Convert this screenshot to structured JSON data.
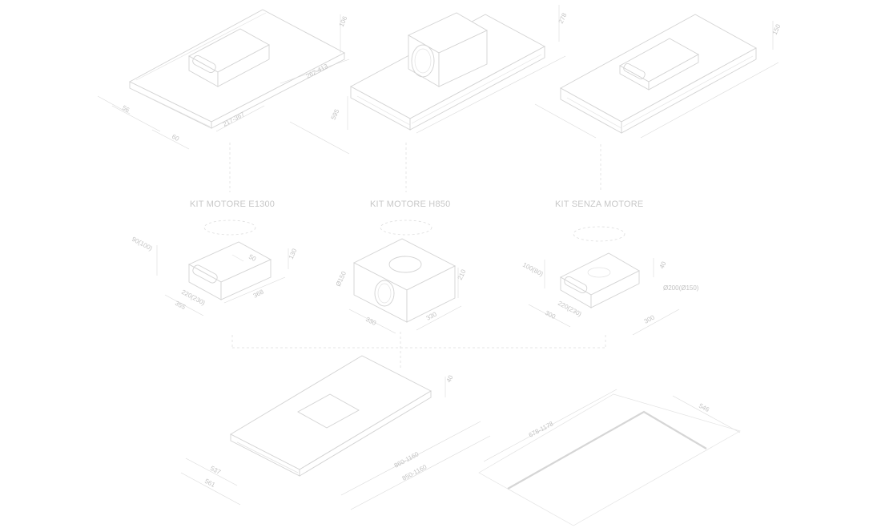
{
  "labels": {
    "kit_e1300": "KIT MOTORE E1300",
    "kit_h850": "KIT MOTORE H850",
    "kit_senza": "KIT SENZA MOTORE"
  },
  "dimensions": {
    "top_left": {
      "height": "106",
      "depth": "262-413",
      "width": "217-367",
      "side": "56",
      "front": "60"
    },
    "top_middle": {
      "height": "278",
      "side": "595"
    },
    "top_right": {
      "height": "150"
    },
    "kit_e1300": {
      "outlet": "90(100)",
      "top": "50",
      "height": "130",
      "width": "220(230)",
      "front": "355",
      "side": "368"
    },
    "kit_h850": {
      "diameter": "Ø150",
      "height": "210",
      "front": "330",
      "side": "330"
    },
    "kit_senza": {
      "outlet": "100(80)",
      "top": "40",
      "diameter": "Ø200(Ø150)",
      "width": "220(230)",
      "front": "300",
      "side": "300"
    },
    "base_hood": {
      "height": "40",
      "depth1": "537",
      "depth2": "561",
      "length1": "860-1160",
      "length2": "850-1160"
    },
    "cutout": {
      "length": "678-1178",
      "width": "546"
    }
  }
}
